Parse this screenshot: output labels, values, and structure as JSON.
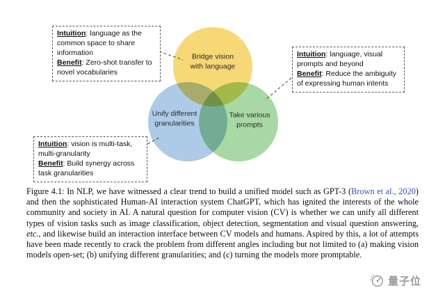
{
  "venn": {
    "top": {
      "label": "Bridge vision\nwith language"
    },
    "left": {
      "label": "Unify different\ngranularities"
    },
    "right": {
      "label": "Take various\nprompts"
    },
    "colors": {
      "top": "#F5D76E",
      "left": "#A9C7E6",
      "right": "#A3D79F"
    }
  },
  "annotations": {
    "top_left": {
      "intuition_label": "Intuition",
      "intuition_text": ": language as the common space to share information",
      "benefit_label": "Benefit",
      "benefit_text": ": Zero-shot transfer to novel vocabularies"
    },
    "right": {
      "intuition_label": "Intuition",
      "intuition_text": ": language, visual prompts and beyond",
      "benefit_label": "Benefit",
      "benefit_text": ": Reduce the ambiguity of expressing human intents"
    },
    "bottom_left": {
      "intuition_label": "Intuition",
      "intuition_text": ": vision is multi-task, multi-granularity",
      "benefit_label": "Benefit",
      "benefit_text": ": Build synergy across task granularities"
    }
  },
  "caption": {
    "p1": "Figure 4.1: In NLP, we have witnessed a clear trend to build a unified model such as GPT-3 (",
    "cite": "Brown et al., 2020",
    "p2": ") and then the sophisticated Human-AI interaction system ChatGPT, which has ignited the interests of the whole community and society in AI. A natural question for computer vision (CV) is whether we can unify all different types of vision tasks such as image classification, object detection, segmentation and visual question answering, ",
    "etc": "etc.",
    "p3": ", and likewise build an interaction interface between CV models and humans. Aspired by this, a lot of attempts have been made recently to crack the problem from different angles including but not limited to (a) making vision models open-set; (b) unifying different granularities; and (c) turning the models more promptable."
  },
  "watermark": {
    "brand": "量子位"
  },
  "colors": {
    "citation_blue": "#2E4FC4"
  }
}
